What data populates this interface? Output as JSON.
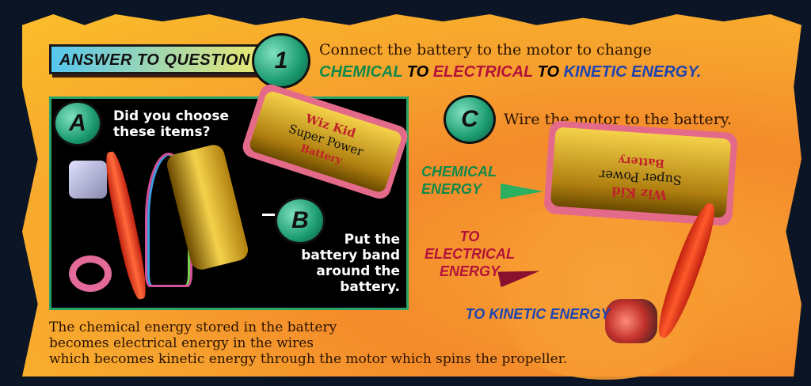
{
  "header": {
    "banner": "ANSWER TO QUESTION",
    "number": "1",
    "intro": "Connect the battery to the motor to change",
    "chain": [
      {
        "text": "CHEMICAL",
        "color": "#0f8a4a"
      },
      {
        "text": " TO ",
        "color": "#111111"
      },
      {
        "text": "ELECTRICAL",
        "color": "#b3123a"
      },
      {
        "text": " TO ",
        "color": "#111111"
      },
      {
        "text": " KINETIC ENERGY.",
        "color": "#1f44b0"
      }
    ]
  },
  "panel_a": {
    "letter": "A",
    "question": "Did you choose these items?"
  },
  "panel_b": {
    "letter": "B",
    "text": "Put the battery band around the battery."
  },
  "battery_label": {
    "line1": "Wiz Kid",
    "line2": "Super Power",
    "line3": "Battery"
  },
  "panel_c": {
    "letter": "C",
    "text": "Wire the motor to the battery.",
    "labels": {
      "chemical": "CHEMICAL ENERGY",
      "electrical": "TO ELECTRICAL ENERGY",
      "kinetic": "TO KINETIC ENERGY"
    }
  },
  "explanation": {
    "line1": "The chemical energy stored in the battery",
    "line2": "becomes electrical energy in the wires",
    "line3": "which becomes kinetic energy through the motor which spins the propeller."
  }
}
